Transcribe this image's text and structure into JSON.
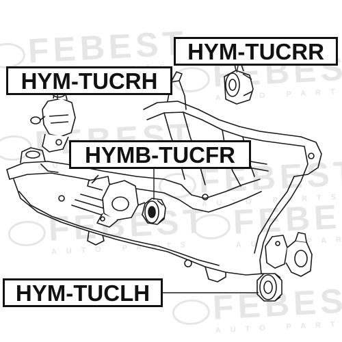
{
  "watermark": {
    "brand_text": "FEBEST",
    "sub_text": "AUTO PARTS",
    "color": "#e3e3e3"
  },
  "part_labels": [
    {
      "id": "tucrr",
      "text": "HYM-TUCRR"
    },
    {
      "id": "tucrh",
      "text": "HYM-TUCRH"
    },
    {
      "id": "tucfr",
      "text": "HYMB-TUCFR"
    },
    {
      "id": "tuclh",
      "text": "HYM-TUCLH"
    }
  ],
  "colors": {
    "line_art": "#1a1a1a",
    "label_border": "#111111",
    "background": "#ffffff"
  }
}
